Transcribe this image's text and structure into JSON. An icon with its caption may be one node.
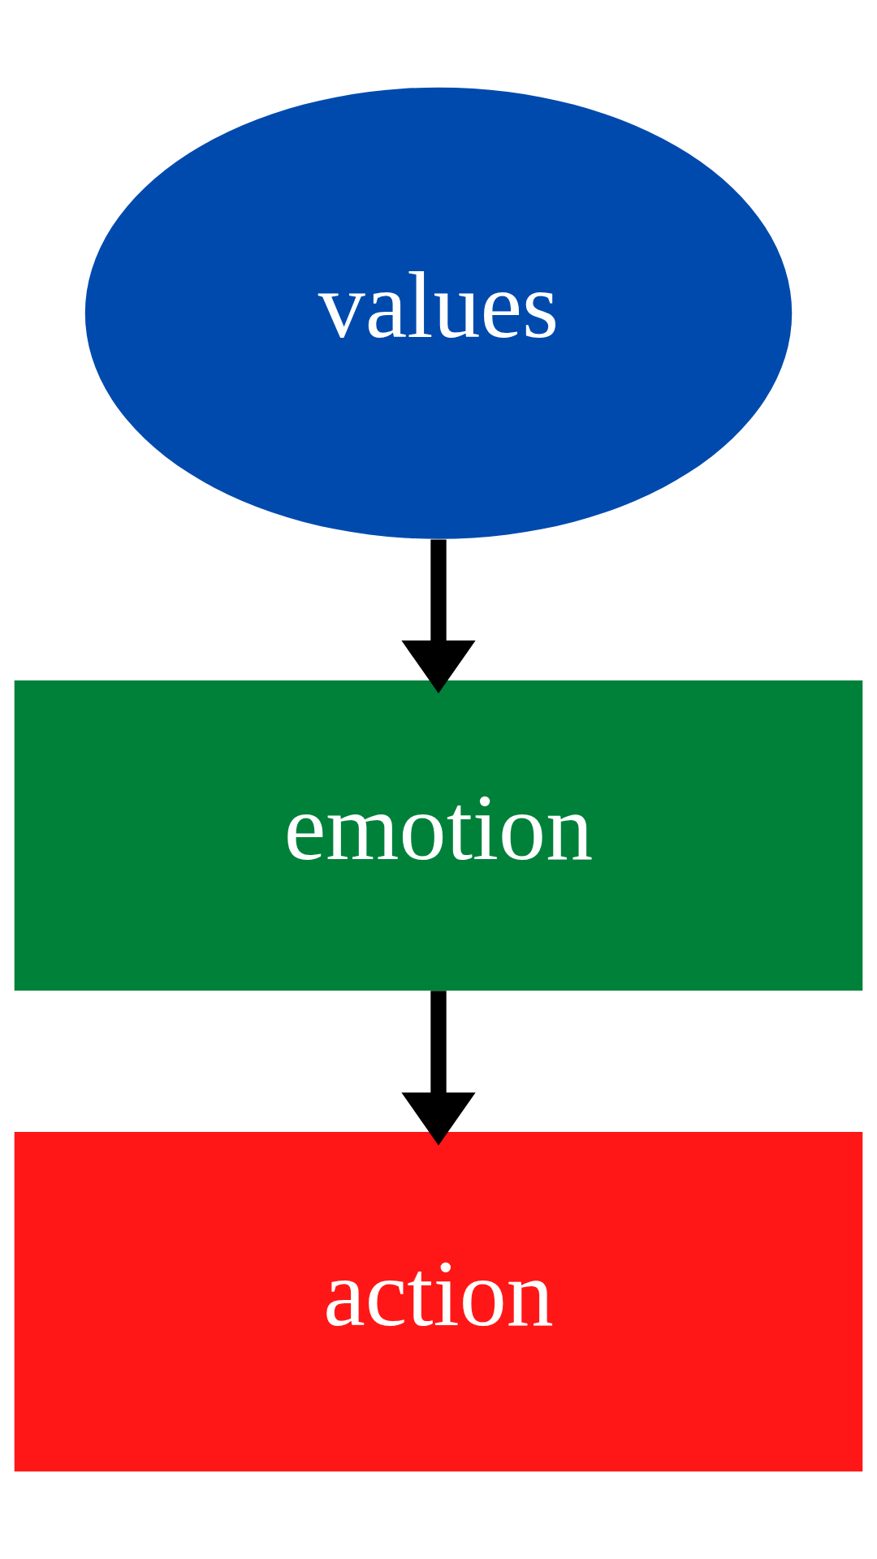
{
  "diagram": {
    "nodes": [
      {
        "text": [
          "values"
        ]
      },
      {
        "text": [
          "emotion"
        ]
      },
      {
        "text": [
          "action"
        ]
      }
    ],
    "edges": [
      {
        "from": 0,
        "to": 1,
        "arrow": "to"
      },
      {
        "from": 1,
        "to": 2,
        "arrow": "to"
      }
    ]
  }
}
